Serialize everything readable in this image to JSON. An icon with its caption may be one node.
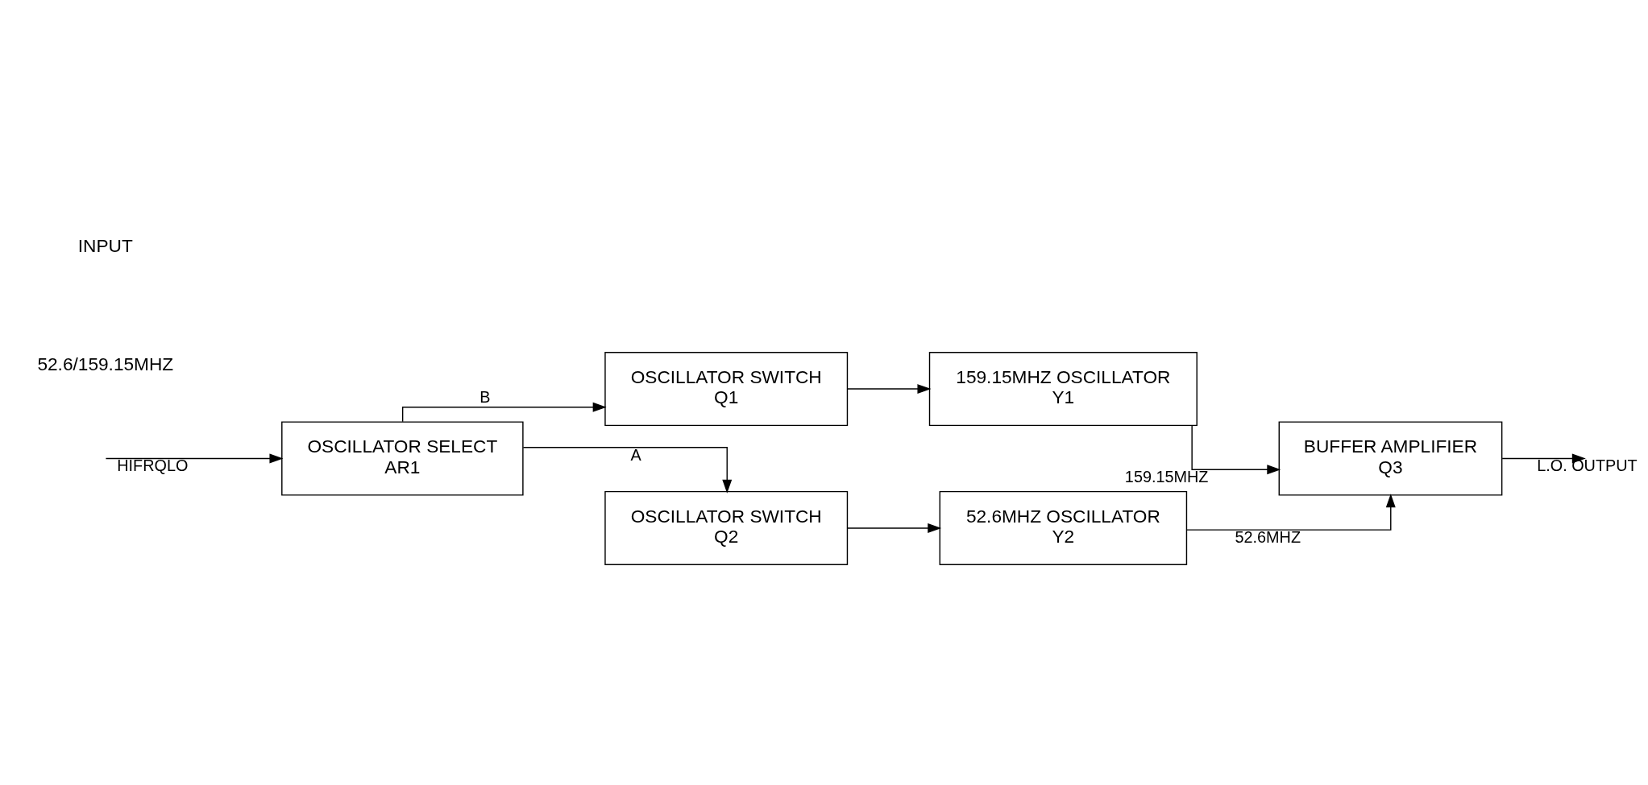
{
  "diagram": {
    "nodes": [
      {
        "text": [
          "OSCILLATOR SELECT",
          "AR1"
        ]
      },
      {
        "text": [
          "OSCILLATOR SWITCH",
          "Q1"
        ]
      },
      {
        "text": [
          "159.15MHZ OSCILLATOR",
          "Y1"
        ]
      },
      {
        "text": [
          "BUFFER AMPLIFIER",
          "Q3"
        ]
      },
      {
        "text": [
          "OSCILLATOR SWITCH",
          "Q2"
        ]
      },
      {
        "text": [
          "52.6MHZ OSCILLATOR",
          "Y2"
        ]
      }
    ],
    "edges": [
      {
        "from": null,
        "to": 0,
        "arrow": "to",
        "label": "HIFRQLO"
      },
      {
        "from": 0,
        "to": 1,
        "arrow": "to",
        "label": "B"
      },
      {
        "from": 1,
        "to": 2,
        "arrow": "to"
      },
      {
        "from": 2,
        "to": 3,
        "arrow": "to",
        "label": "159.15MHZ"
      },
      {
        "from": 0,
        "to": 4,
        "arrow": "to",
        "label": "A"
      },
      {
        "from": 4,
        "to": 5,
        "arrow": "to"
      },
      {
        "from": 5,
        "to": 3,
        "arrow": "to",
        "label": "52.6MHZ"
      },
      {
        "from": 3,
        "to": null,
        "arrow": "to",
        "label": "L.O. OUTPUT"
      }
    ],
    "labels": [
      "52.6/159.15MHZ",
      "INPUT"
    ]
  }
}
